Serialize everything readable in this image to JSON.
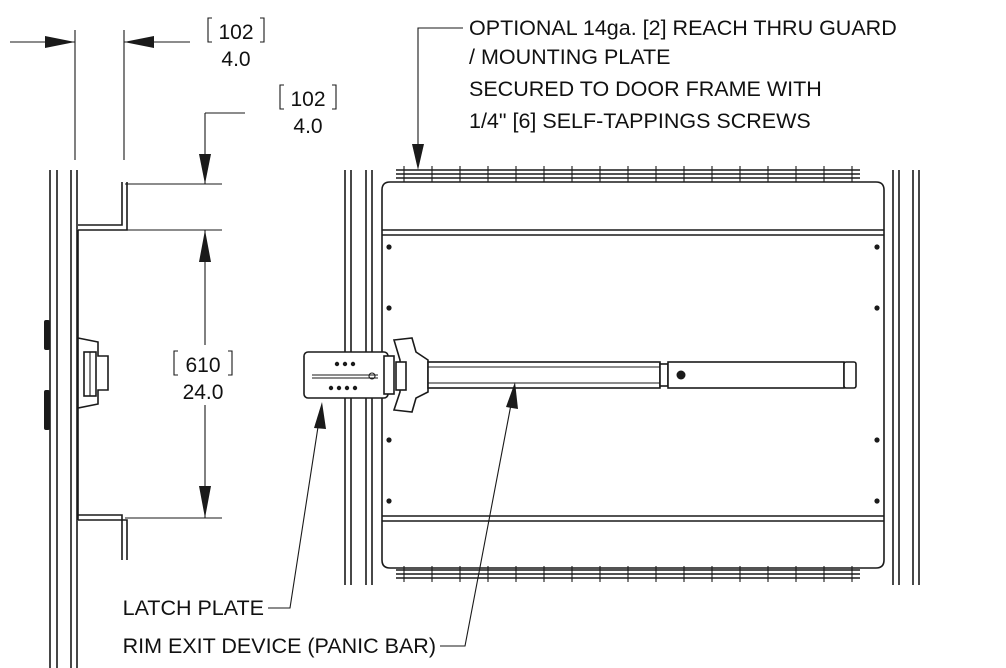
{
  "dimensions": {
    "top_width": {
      "metric": "102",
      "imperial": "4.0"
    },
    "top_height": {
      "metric": "102",
      "imperial": "4.0"
    },
    "plate_height": {
      "metric": "610",
      "imperial": "24.0"
    }
  },
  "notes": {
    "guard_line1": "OPTIONAL 14ga. [2] REACH THRU GUARD",
    "guard_line2": "/ MOUNTING PLATE",
    "guard_line3": "SECURED TO DOOR FRAME WITH",
    "guard_line4": "1/4\" [6] SELF-TAPPINGS SCREWS",
    "latch_plate": "LATCH PLATE",
    "rim_exit": "RIM EXIT DEVICE (PANIC BAR)"
  }
}
